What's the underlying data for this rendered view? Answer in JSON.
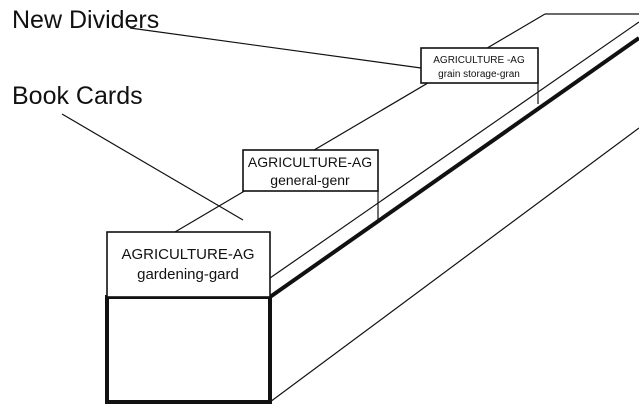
{
  "labels": {
    "new_dividers": "New Dividers",
    "book_cards": "Book Cards"
  },
  "cards": [
    {
      "line1": "AGRICULTURE -AG",
      "line2": "grain storage-gran"
    },
    {
      "line1": "AGRICULTURE-AG",
      "line2": "general-genr"
    },
    {
      "line1": "AGRICULTURE-AG",
      "line2": "gardening-gard"
    }
  ]
}
